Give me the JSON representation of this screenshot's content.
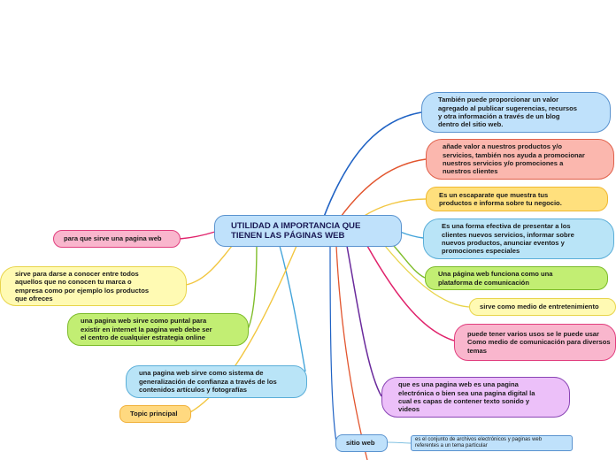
{
  "colors": {
    "blue": "#bfe1fb",
    "blue_border": "#5a93cf",
    "blue_line": "#1f62c4",
    "salmon": "#fbb7ae",
    "salmon_border": "#e0604a",
    "salmon_line": "#e2552e",
    "yellow": "#ffe07d",
    "yellow_border": "#f0b830",
    "yellow_line": "#f2c640",
    "cyan": "#b9e4f7",
    "cyan_border": "#5aaed8",
    "cyan_line": "#43a4da",
    "green": "#c2ee73",
    "green_border": "#7cbb2a",
    "green_line": "#7fbd2a",
    "lightyellow": "#fffab3",
    "lightyellow_border": "#e8d44a",
    "lightyellow_line": "#e8d44a",
    "pink": "#f9b6cd",
    "pink_border": "#e13e7e",
    "pink_line": "#e0226b",
    "purple": "#ecc0f9",
    "purple_border": "#8a45b5",
    "purple_line": "#6a2a9c",
    "paleyellow": "#fff7b5",
    "paleyellow_border": "#e9d35a",
    "orange": "#ffd980",
    "orange_border": "#f1b13a"
  },
  "center": {
    "label": "UTILIDAD A IMPORTANCIA QUE\nTIENEN LAS PÁGINAS WEB"
  },
  "nodes": {
    "valor_agregado": {
      "label": "  También puede proporcionar un valor\n agregado al publicar sugerencias, recursos\n y otra información a través de un blog\n dentro del sitio web."
    },
    "anade_valor": {
      "label": "  añade valor a nuestros productos y/o\n servicios, también nos ayuda a promocionar\n nuestros servicios y/o promociones a\n nuestros clientes"
    },
    "escaparate": {
      "label": "Es un escaparate que muestra tus\nproductos e informa sobre tu negocio."
    },
    "forma_efectiva": {
      "label": "Es una forma efectiva de presentar a los\nclientes nuevos servicios, informar sobre\nnuevos productos, anunciar eventos y\npromociones especiales"
    },
    "plataforma": {
      "label": "  Una página web funciona como una\nplataforma de comunicación"
    },
    "entretenimiento": {
      "label": "sirve como medio de entretenimiento"
    },
    "varios_usos": {
      "label": "puede tener varios usos se le puede usar\nComo medio de comunicación para diversos\ntemas"
    },
    "que_es": {
      "label": "que es una pagina web  es una pagina\nelectrónica o bien sea una pagina digital la\ncual es capas de  contener texto sonido y\nvideos"
    },
    "sitio_web": {
      "label": "sitio web"
    },
    "sitio_web_def": {
      "label": "es el conjunto de archivos  electrónicos y paginas web\nreferentes a un tema particular"
    },
    "para_que": {
      "label": "para que sirve una pagina web"
    },
    "darse_conocer": {
      "label": "sirve para darse a conocer entre todos\naquellos que no conocen tu marca  o\nempresa como por ejemplo los productos\nque ofreces"
    },
    "punto_central": {
      "label": "una pagina web sirve como puntal para\nexistir en internet la pagina web  debe ser\nel centro de cualquier estrategia online"
    },
    "sistema_confianza": {
      "label": "una pagina web sirve como sistema de\ngeneralización de confianza a través de los\ncontenidos artículos y fotografías"
    },
    "topic": {
      "label": "Topic principal"
    }
  }
}
